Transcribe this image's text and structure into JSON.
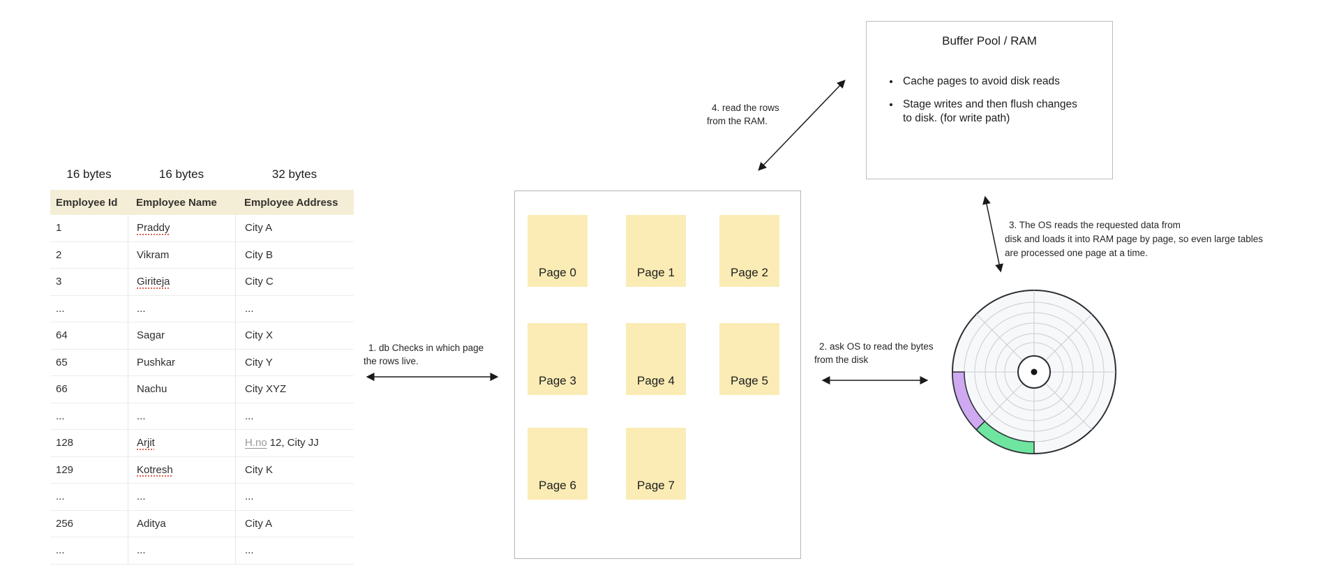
{
  "table": {
    "header_bg": "#F5EED6",
    "byte_labels": [
      "16 bytes",
      "16 bytes",
      "32 bytes"
    ],
    "headers": [
      "Employee Id",
      "Employee Name",
      "Employee Address"
    ],
    "rows": [
      {
        "id": "1",
        "name": "Praddy",
        "misspelled": true,
        "address": "City A"
      },
      {
        "id": "2",
        "name": "Vikram",
        "misspelled": false,
        "address": "City B"
      },
      {
        "id": "3",
        "name": "Giriteja",
        "misspelled": true,
        "address": "City C"
      },
      {
        "id": "...",
        "name": "...",
        "misspelled": false,
        "address": "..."
      },
      {
        "id": "64",
        "name": "Sagar",
        "misspelled": false,
        "address": "City X"
      },
      {
        "id": "65",
        "name": "Pushkar",
        "misspelled": false,
        "address": "City Y"
      },
      {
        "id": "66",
        "name": "Nachu",
        "misspelled": false,
        "address": "City XYZ"
      },
      {
        "id": "...",
        "name": "...",
        "misspelled": false,
        "address": "..."
      },
      {
        "id": "128",
        "name": "Arjit",
        "misspelled": true,
        "address_prefix": "H.no",
        "address": "12, City JJ"
      },
      {
        "id": "129",
        "name": "Kotresh",
        "misspelled": true,
        "address": "City K"
      },
      {
        "id": "...",
        "name": "...",
        "misspelled": false,
        "address": "..."
      },
      {
        "id": "256",
        "name": "Aditya",
        "misspelled": false,
        "address": "City A"
      },
      {
        "id": "...",
        "name": "...",
        "misspelled": false,
        "address": "..."
      }
    ]
  },
  "pages_box": {
    "page_fill": "#FAECB4",
    "pages": [
      "Page 0",
      "Page 1",
      "Page 2",
      "Page 3",
      "Page 4",
      "Page 5",
      "Page 6",
      "Page 7"
    ]
  },
  "buffer_pool": {
    "title": "Buffer Pool / RAM",
    "bullets": [
      "Cache pages to avoid disk reads",
      "Stage writes and then flush changes to disk. (for write path)"
    ]
  },
  "annotations": {
    "step1": [
      "1. db Checks in which page",
      "the rows live."
    ],
    "step2": [
      "2. ask OS to read the bytes",
      "from the disk"
    ],
    "step3": [
      "3. The OS reads the requested data from",
      "disk and loads it into RAM page by page, so even large tables",
      "are processed one page at a time."
    ],
    "step4": [
      "4. read the rows",
      "from the RAM."
    ]
  },
  "disk": {
    "segment_colors": {
      "purple": "#CFA9F1",
      "green": "#70E5A0"
    }
  }
}
